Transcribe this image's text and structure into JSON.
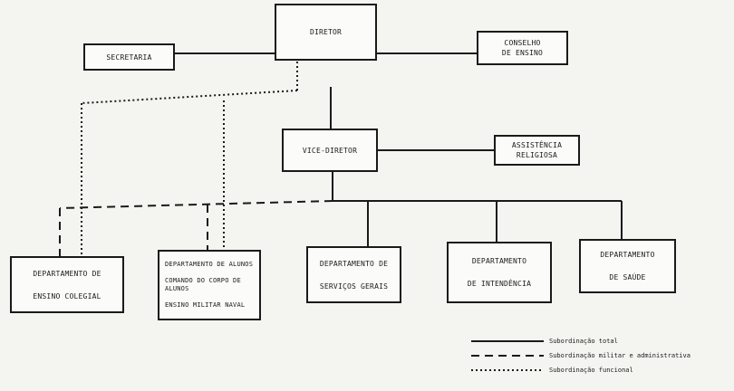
{
  "org": {
    "diretor": "DIRETOR",
    "secretaria": "SECRETARIA",
    "conselho": [
      "CONSELHO",
      "DE ENSINO"
    ],
    "vice_diretor": "VICE-DIRETOR",
    "assistencia": [
      "ASSISTÊNCIA",
      "RELIGIOSA"
    ],
    "dep_ensino": [
      "DEPARTAMENTO DE",
      "ENSINO COLEGIAL"
    ],
    "dep_alunos": {
      "title": "DEPARTAMENTO DE ALUNOS",
      "comando": "COMANDO DO CORPO DE ALUNOS",
      "ensino_militar": "ENSINO MILITAR NAVAL"
    },
    "dep_servicos": [
      "DEPARTAMENTO DE",
      "SERVIÇOS GERAIS"
    ],
    "dep_intendencia": [
      "DEPARTAMENTO",
      "DE INTENDÊNCIA"
    ],
    "dep_saude": [
      "DEPARTAMENTO",
      "DE SAÚDE"
    ]
  },
  "legend": {
    "total": "Subordinação total",
    "militar": "Subordinação militar e administrativa",
    "funcional": "Subordinação funcional"
  }
}
